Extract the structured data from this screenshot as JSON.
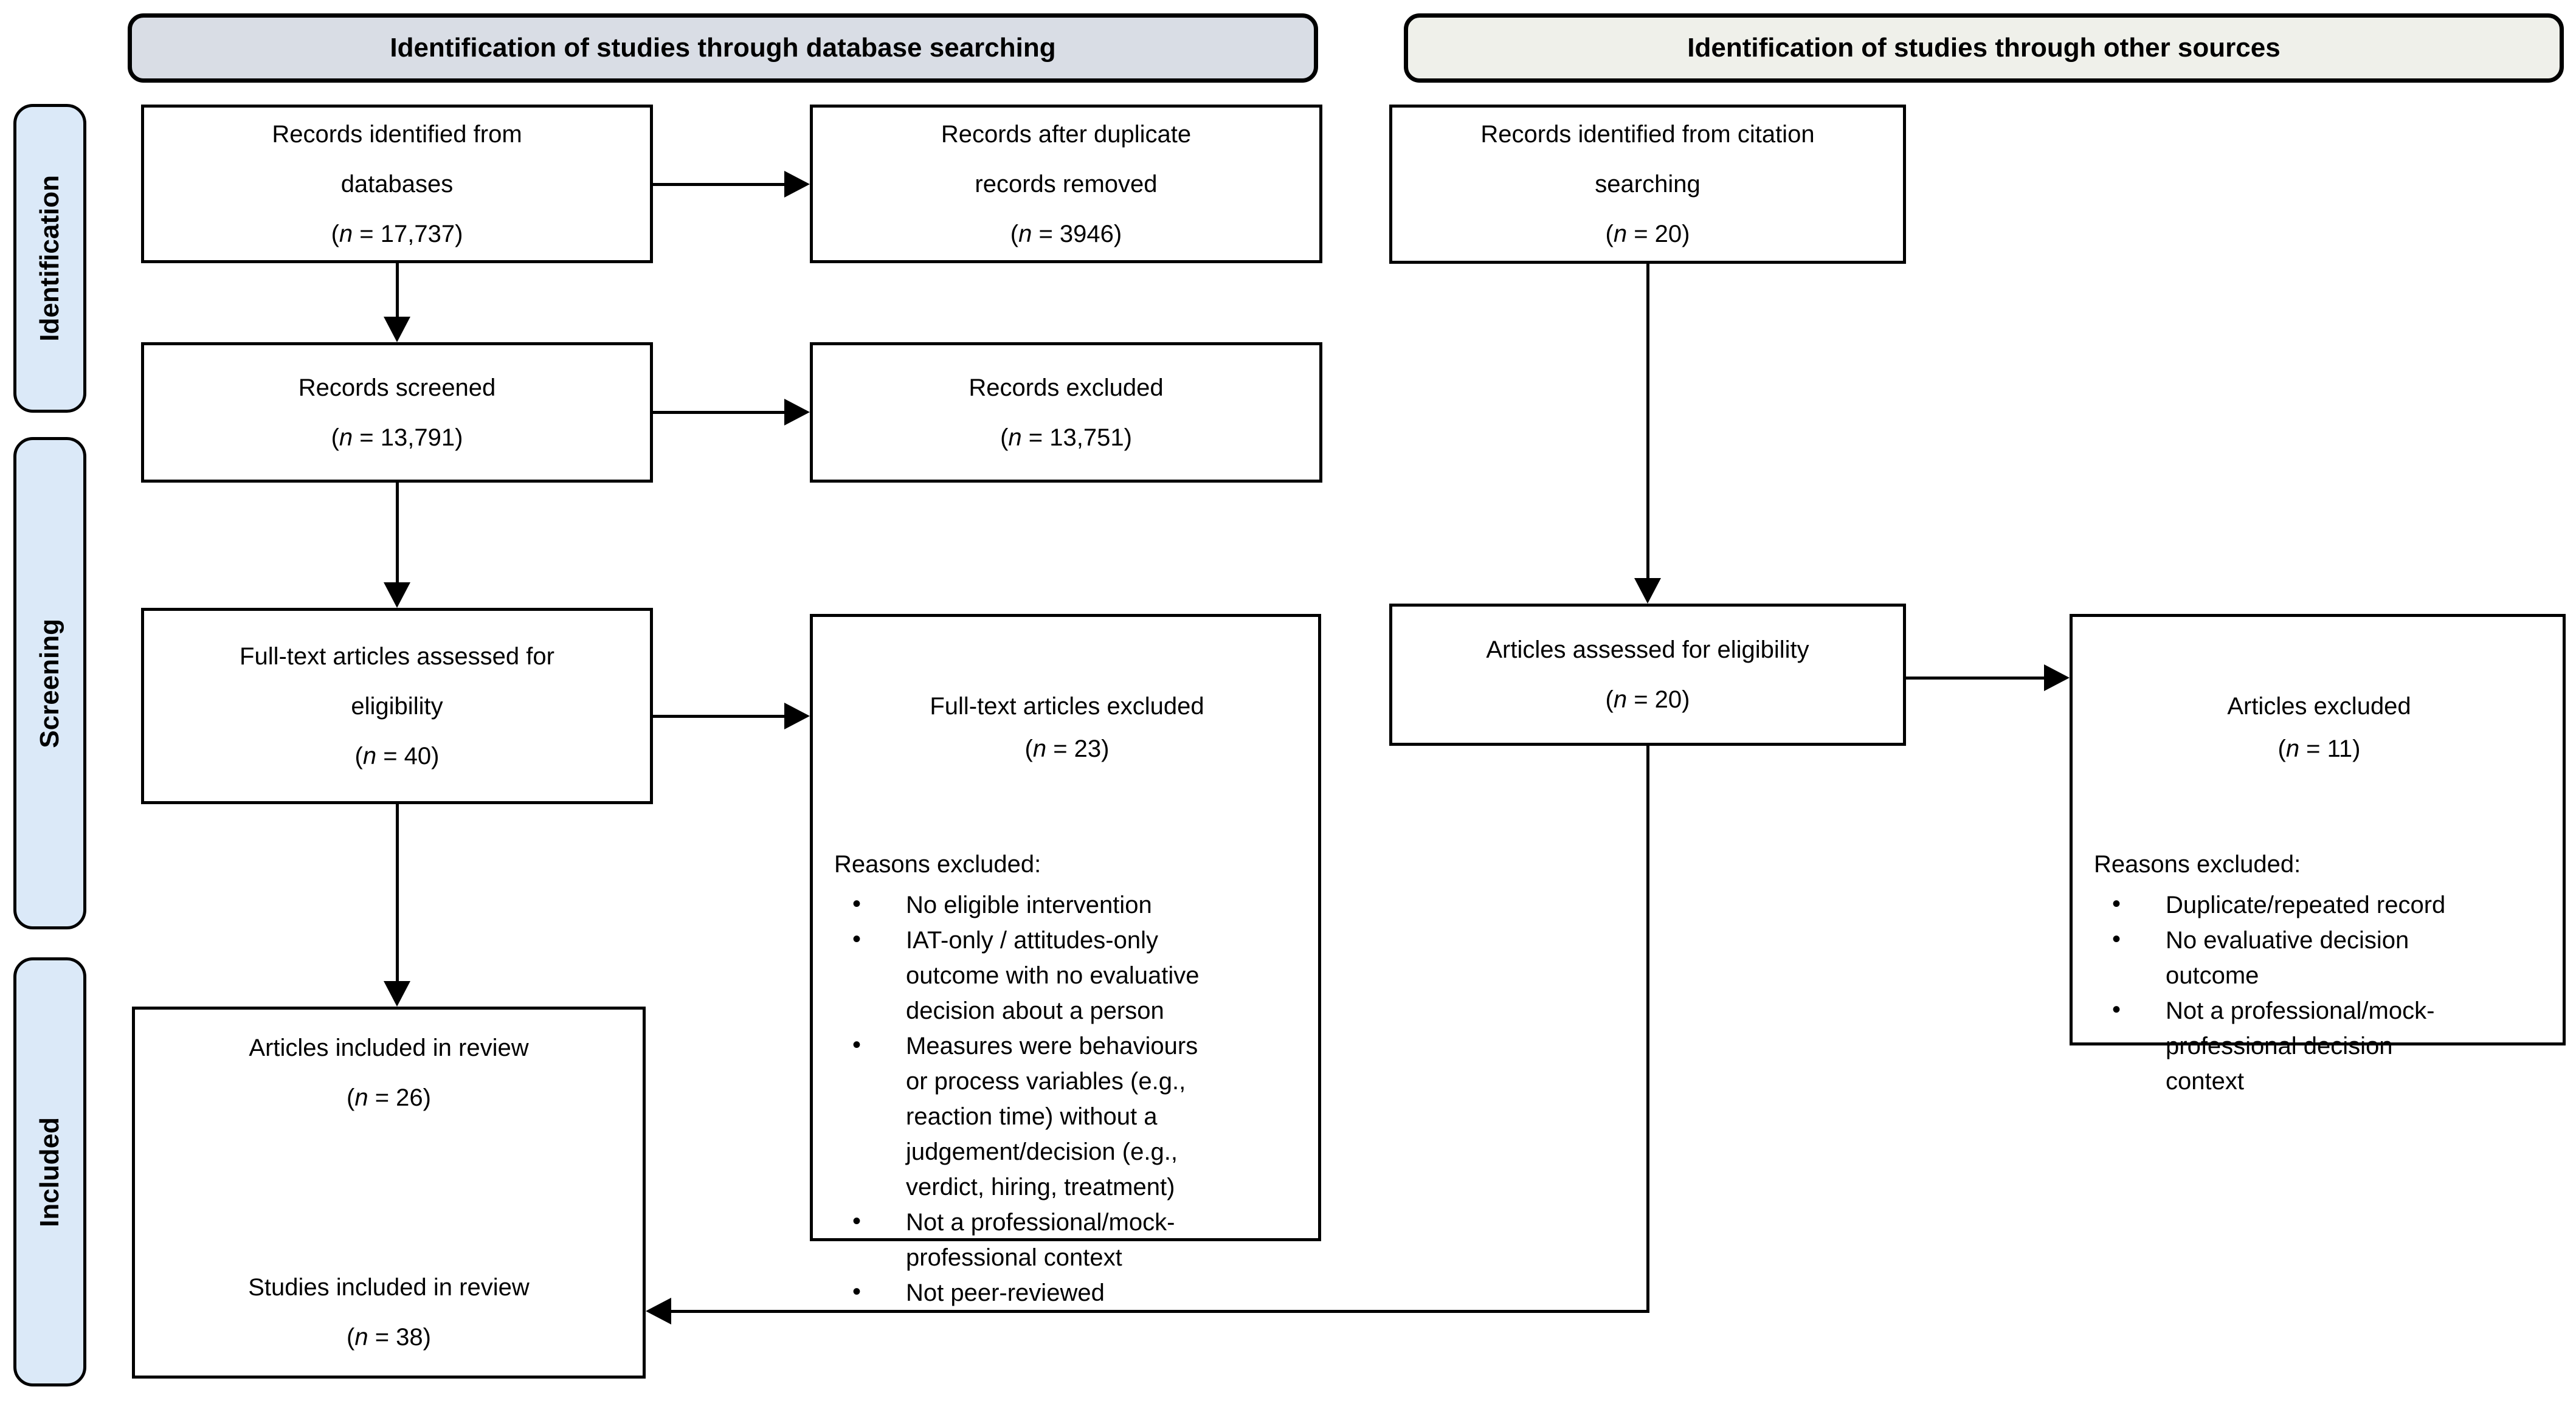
{
  "diagram": {
    "headers": {
      "database_searching": "Identification of studies through database searching",
      "other_sources": "Identification of studies through other sources"
    },
    "stages": {
      "identification": "Identification",
      "screening": "Screening",
      "included": "Included"
    },
    "boxes": {
      "records_identified": {
        "label": "Records identified from\ndatabases",
        "count": "(n = 17,737)"
      },
      "duplicates_removed": {
        "label": "Records after duplicate\nrecords removed",
        "count": "(n = 3946)"
      },
      "records_screened": {
        "label": "Records screened",
        "count": "(n = 13,791)"
      },
      "records_excluded": {
        "label": "Records excluded",
        "count": "(n = 13,751)"
      },
      "fulltext_assessed": {
        "label": "Full-text articles assessed for\neligibility",
        "count": "(n = 40)"
      },
      "fulltext_excluded": {
        "label": "Full-text articles excluded",
        "count": "(n = 23)",
        "reasons_heading": "Reasons excluded:",
        "reasons": [
          "No eligible intervention",
          "IAT-only / attitudes-only\noutcome with no evaluative\ndecision about a person",
          "Measures were behaviours\nor process variables (e.g.,\nreaction time) without a\njudgement/decision (e.g.,\nverdict, hiring, treatment)",
          "Not a professional/mock-\nprofessional context",
          "Not peer-reviewed"
        ]
      },
      "citation_identified": {
        "label": "Records identified from citation\nsearching",
        "count": "(n = 20)"
      },
      "articles_assessed": {
        "label": "Articles assessed for eligibility",
        "count": "(n = 20)"
      },
      "articles_excluded": {
        "label": "Articles excluded",
        "count": "(n = 11)",
        "reasons_heading": "Reasons excluded:",
        "reasons": [
          "Duplicate/repeated record",
          "No evaluative decision\noutcome",
          "Not a professional/mock-\nprofessional decision\ncontext"
        ]
      },
      "included_box": {
        "articles_label": "Articles included in review",
        "articles_count": "(n = 26)",
        "studies_label": "Studies included in review",
        "studies_count": "(n = 38)"
      }
    },
    "colors": {
      "header_database_bg": "#d9dde5",
      "header_other_bg": "#eff0ea",
      "stage_bg": "#dbe9f8",
      "box_bg": "#ffffff",
      "line": "#000000"
    }
  }
}
